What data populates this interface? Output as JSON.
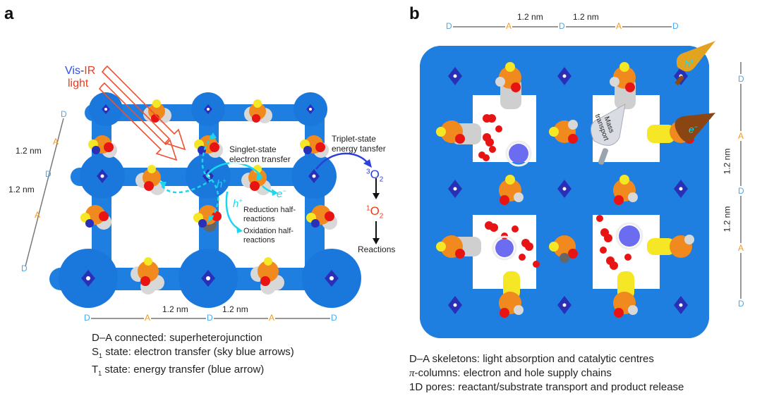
{
  "panel_a": {
    "label": "a",
    "light": {
      "vis": "Vis",
      "dash": "-",
      "ir": "IR",
      "light": "light"
    },
    "diag_scale": {
      "d1": "D",
      "a1": "A",
      "d2": "D",
      "a2": "A",
      "d3": "D",
      "len1": "1.2 nm",
      "len2": "1.2 nm"
    },
    "bottom_scale": {
      "d1": "D",
      "a1": "A",
      "d2": "D",
      "a2": "A",
      "d3": "D",
      "len1": "1.2 nm",
      "len2": "1.2 nm"
    },
    "annotations": {
      "singlet_1": "Singlet-state",
      "singlet_2": "electron transfer",
      "triplet_1": "Triplet-state",
      "triplet_2": "energy tansfer",
      "o2_triplet_sup": "3",
      "o2_triplet": "O",
      "o2_triplet_sub": "2",
      "o2_singlet_sup": "1",
      "o2_singlet": "O",
      "o2_singlet_sub": "2",
      "reactions": "Reactions",
      "reduction_1": "Reduction half-",
      "reduction_2": "reactions",
      "oxidation_1": "Oxidation half-",
      "oxidation_2": "reactions",
      "h_plus_1": "h",
      "h_plus_2": "h",
      "plus": "+",
      "e_minus_1": "e",
      "e_minus_2": "e",
      "minus": "−"
    },
    "caption": {
      "line1": "D–A connected: superheterojunction",
      "line2_pre": "S",
      "line2_sub": "1",
      "line2_post": " state: electron transfer (sky blue arrows)",
      "line3_pre": "T",
      "line3_sub": "1",
      "line3_post": " state: energy transfer (blue arrow)"
    }
  },
  "panel_b": {
    "label": "b",
    "top_scale": {
      "d1": "D",
      "a1": "A",
      "d2": "D",
      "a2": "A",
      "d3": "D",
      "len1": "1.2 nm",
      "len2": "1.2 nm"
    },
    "right_scale": {
      "d1": "D",
      "a1": "A",
      "d2": "D",
      "a2": "A",
      "d3": "D",
      "len1": "1.2 nm",
      "len2": "1.2 nm"
    },
    "cones": {
      "hole": "h",
      "hole_sup": "+",
      "electron": "e",
      "electron_sup": "−",
      "mass_1": "Mass",
      "mass_2": "transport"
    },
    "caption": {
      "line1": "D–A skeletons: light absorption and catalytic centres",
      "line2_pi": "π",
      "line2": "-columns: electron and hole supply chains",
      "line3": "1D pores: reactant/substrate transport and product release"
    }
  },
  "colors": {
    "donor_blue": "#1f7fe0",
    "donor_core": "#2a2fb8",
    "acceptor_orange": "#f08a1e",
    "sulfur_yellow": "#f5e626",
    "oxygen_red": "#e81414",
    "hydrogen_grey": "#d8d8d8",
    "sky_blue_arrow": "#19d7f0",
    "energy_arrow": "#2a3fdc",
    "light_arrow": "#f05030",
    "label_D": "#4aa8f0",
    "label_A": "#f39a1f"
  }
}
